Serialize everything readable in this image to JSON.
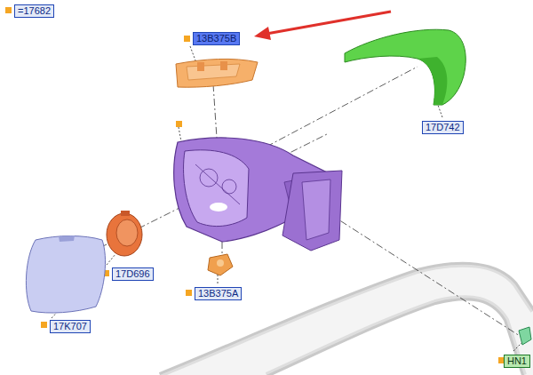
{
  "diagram": {
    "labels": [
      "=17682",
      "13B375B",
      "17D742",
      "17D696",
      "13B375A",
      "17K707",
      "HN1"
    ]
  }
}
